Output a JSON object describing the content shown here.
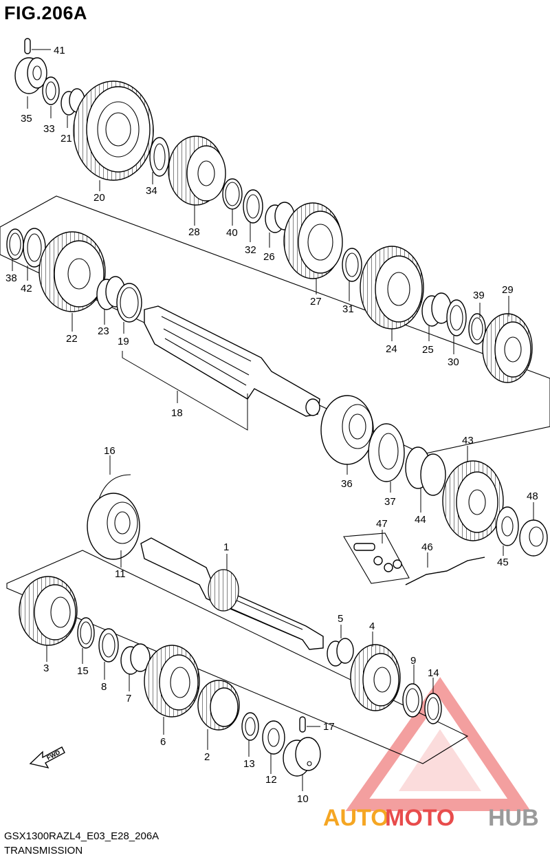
{
  "figure": {
    "title": "FIG.206A"
  },
  "footer": {
    "model_code": "GSX1300RAZL4_E03_E28_206A",
    "section": "TRANSMISSION"
  },
  "fwd_label": "FWD",
  "watermark": {
    "brand_a": "AUTO",
    "brand_b": "MOTO",
    "brand_c": "HUB",
    "color_a": "#f5a623",
    "color_b": "#e84c4c",
    "color_c": "#9a9a9a"
  },
  "callouts": [
    "41",
    "35",
    "33",
    "21",
    "20",
    "34",
    "28",
    "40",
    "32",
    "26",
    "27",
    "31",
    "24",
    "25",
    "30",
    "39",
    "29",
    "38",
    "42",
    "22",
    "23",
    "19",
    "18",
    "36",
    "37",
    "44",
    "43",
    "48",
    "45",
    "16",
    "11",
    "1",
    "47",
    "46",
    "3",
    "15",
    "8",
    "7",
    "6",
    "2",
    "13",
    "12",
    "10",
    "5",
    "4",
    "9",
    "14",
    "17"
  ]
}
